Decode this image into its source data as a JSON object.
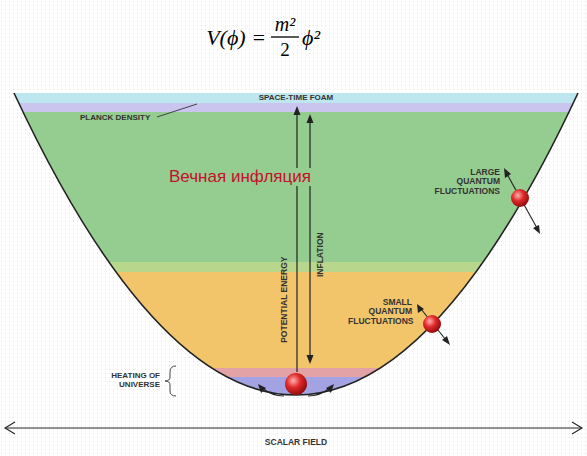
{
  "diagram": {
    "labels": [
      "V(ϕ) =",
      "m²",
      "2",
      "ϕ²",
      "SPACE-TIME FOAM",
      "PLANCK DENSITY",
      "Вечная инфляция",
      "LARGE QUANTUM FLUCTUATIONS",
      "POTENTIAL ENERGY",
      "INFLATION",
      "SMALL QUANTUM FLUCTUATIONS",
      "HEATING OF UNIVERSE",
      "SCALAR FIELD"
    ]
  }
}
